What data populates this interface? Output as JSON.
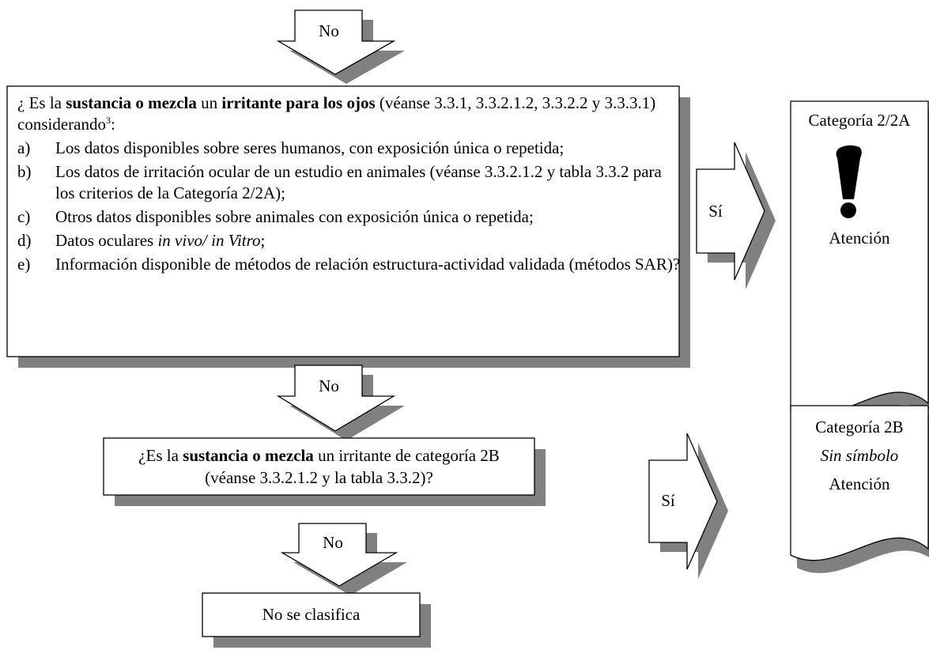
{
  "arrows": {
    "no_1": "No",
    "no_2": "No",
    "no_3": "No",
    "si_1": "Sí",
    "si_2": "Sí"
  },
  "main_question": {
    "prefix": "¿ Es la ",
    "bold_1": "sustancia o mezcla",
    "mid_1": " un ",
    "bold_2": "irritante para los ojos",
    "rest_1": " (véanse 3.3.1, 3.3.2.1.2,  3.3.2.2 y 3.3.3.1) considerando",
    "footnote": "3",
    "suffix": ":",
    "items": [
      {
        "letter": "a)",
        "text": "Los datos disponibles sobre seres humanos, con exposición única o repetida;"
      },
      {
        "letter": "b)",
        "text": "Los datos de irritación ocular de un estudio en animales (véanse 3.3.2.1.2 y tabla 3.3.2 para los criterios de la Categoría 2/2A);"
      },
      {
        "letter": "c)",
        "text": "Otros datos disponibles sobre animales con exposición única o repetida;"
      },
      {
        "letter": "d)",
        "text_before": "Datos oculares ",
        "italic": "in vivo/ in Vitro",
        "text_after": ";"
      },
      {
        "letter": "e)",
        "text": "Información disponible de métodos de relación estructura-actividad validada (métodos SAR)?"
      }
    ]
  },
  "second_question": {
    "prefix": "¿Es la ",
    "bold": "sustancia o mezcla",
    "rest": " un irritante de categoría 2B",
    "line2": "(véanse 3.3.2.1.2 y la tabla 3.3.2)?"
  },
  "result_no_class": "No se clasifica",
  "category_2a": {
    "title": "Categoría 2/2A",
    "symbol": "exclamation-mark",
    "signal": "Atención"
  },
  "category_2b": {
    "title": "Categoría 2B",
    "symbol_text": "Sin símbolo",
    "signal": "Atención"
  },
  "colors": {
    "shadow": "#808080",
    "line": "#000000"
  }
}
